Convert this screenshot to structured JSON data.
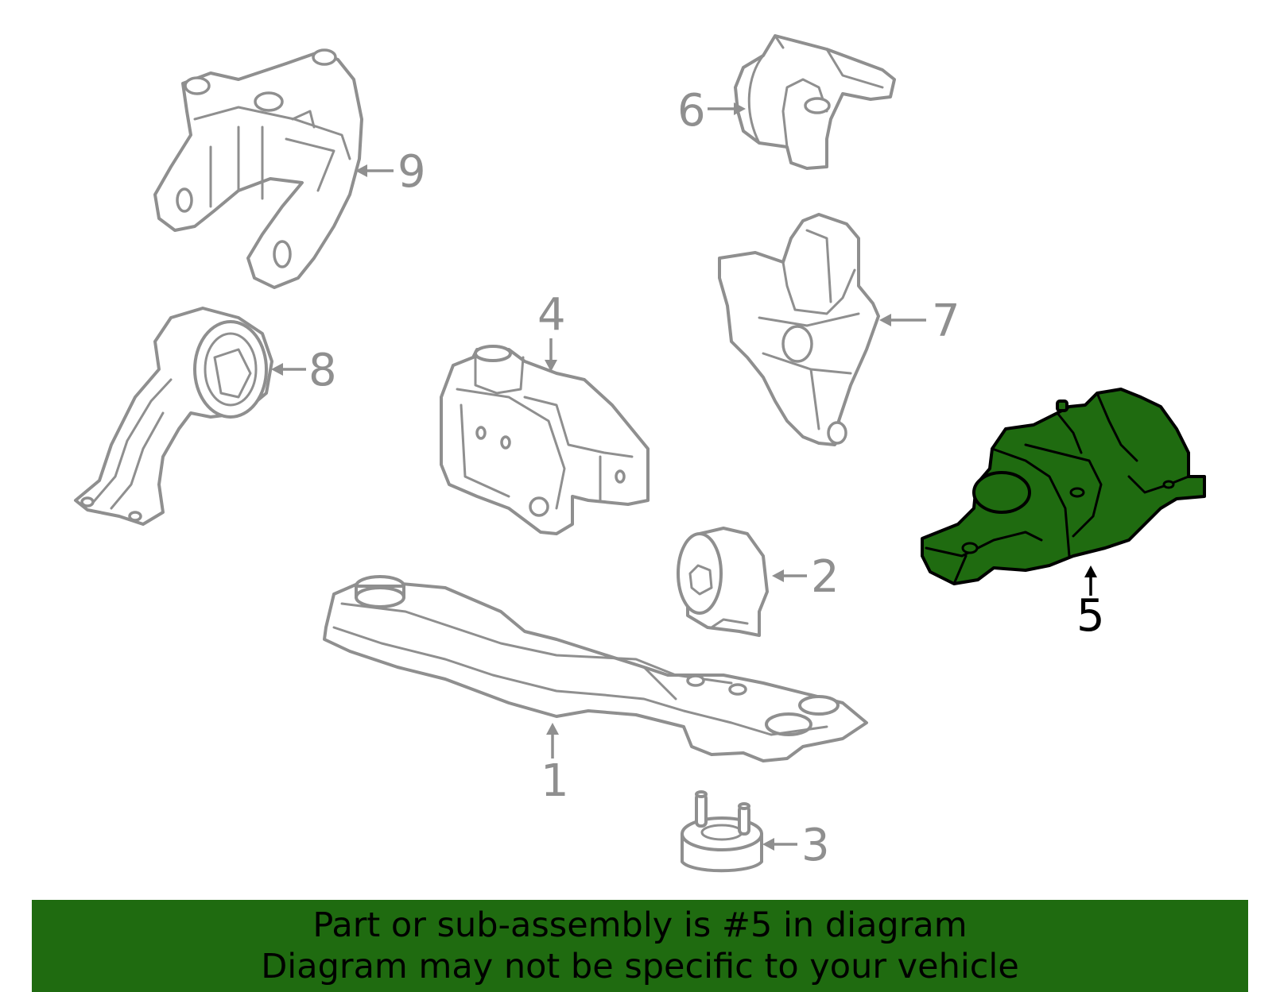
{
  "diagram": {
    "callouts": {
      "c1": "1",
      "c2": "2",
      "c3": "3",
      "c4": "4",
      "c5": "5",
      "c6": "6",
      "c7": "7",
      "c8": "8",
      "c9": "9"
    },
    "highlighted_part": "5",
    "colors": {
      "highlight_fill": "#1f6b10",
      "part_stroke": "#8f8f8f",
      "highlight_stroke": "#000000"
    }
  },
  "banner": {
    "line1": "Part or sub-assembly is #5 in diagram",
    "line2": "Diagram may not be specific to your vehicle",
    "background": "#1f6b10"
  }
}
